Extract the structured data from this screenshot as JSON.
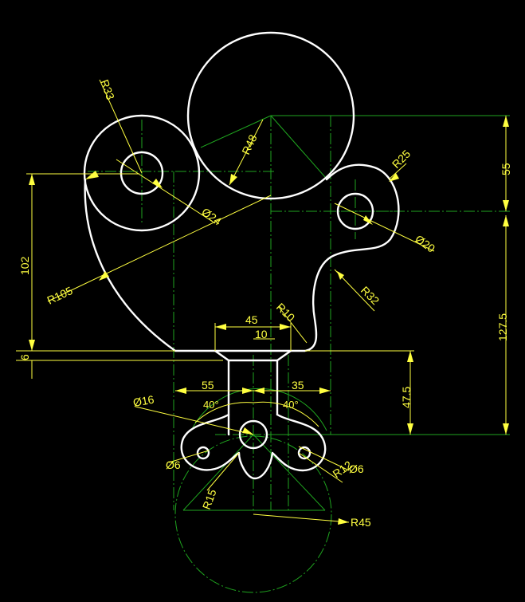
{
  "dimensions": {
    "r33": "R33",
    "r48": "R48",
    "r25": "R25",
    "d24": "Ø24",
    "d20": "Ø20",
    "r105": "R105",
    "r32": "R32",
    "r10": "R10",
    "d102": "102",
    "d6": "6",
    "d55_top": "55",
    "d127_5": "127.5",
    "d47_5": "47.5",
    "d45": "45",
    "d10": "10",
    "d55_bottom": "55",
    "d35": "35",
    "a40_left": "40°",
    "a40_right": "40°",
    "d16": "Ø16",
    "d6_left": "Ø6",
    "d6_right": "Ø6",
    "r15": "R15",
    "r12": "R12",
    "r45": "R45"
  },
  "colors": {
    "background": "#000000",
    "geometry": "#ffffff",
    "centerlines": "#1fa51f",
    "dimensions": "#ffff40"
  }
}
